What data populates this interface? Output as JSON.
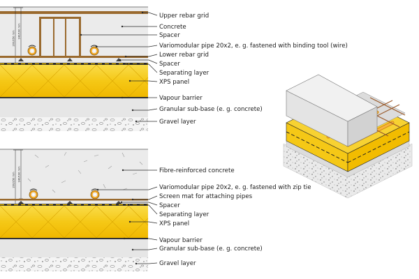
{
  "sections": [
    {
      "id": "top",
      "dimension_texts": [
        "200/250 mm",
        "140/190 mm"
      ],
      "labels": [
        "Upper rebar grid",
        "Concrete",
        "Spacer",
        "Variomodular pipe 20x2, e. g. fastened with binding tool (wire)",
        "Lower rebar grid",
        "Spacer",
        "Separating layer",
        "XPS panel",
        "Vapour barrier",
        "Granular sub-base (e. g. concrete)",
        "Gravel layer"
      ]
    },
    {
      "id": "bottom",
      "dimension_texts": [
        "200/250 mm",
        "140/190 mm"
      ],
      "labels": [
        "Fibre-reinforced concrete",
        "Variomodular pipe 20x2, e. g. fastened with zip tie",
        "Screen mat for attaching pipes",
        "Spacer",
        "Separating layer",
        "XPS panel",
        "Vapour barrier",
        "Granular sub-base (e. g. concrete)",
        "Gravel layer"
      ]
    }
  ],
  "colors": {
    "concrete": "#ebebeb",
    "xps": "#f7cf1e",
    "rebar": "#9a6a2e",
    "pipe": "#f0a520",
    "gravel": "#f3f3f3",
    "leader": "#2a2a2a"
  }
}
